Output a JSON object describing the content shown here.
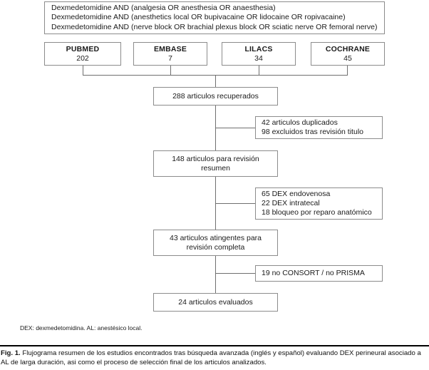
{
  "figure": {
    "label": "Fig. 1.",
    "caption": "Flujograma resumen de los estudios encontrados tras búsqueda avanzada (inglés y español) evaluando DEX perineural asociado a AL de larga duración, asi como el proceso de selección final de los articulos analizados.",
    "legend": "DEX: dexmedetomidina. AL: anestésico local."
  },
  "query_box": {
    "lines": [
      "Dexmedetomidine AND (analgesia OR anesthesia OR anaesthesia)",
      "Dexmedetomidine AND (anesthetics local OR bupivacaine OR lidocaine OR ropivacaine)",
      "Dexmedetomidine AND (nerve block OR brachial plexus block OR sciatic nerve OR femoral nerve)"
    ]
  },
  "databases": [
    {
      "name": "PUBMED",
      "count": "202"
    },
    {
      "name": "EMBASE",
      "count": "7"
    },
    {
      "name": "LILACS",
      "count": "34"
    },
    {
      "name": "COCHRANE",
      "count": "45"
    }
  ],
  "flow": {
    "retrieved": {
      "line1": "288 articulos recuperados"
    },
    "abstract": {
      "line1": "148 articulos para revisión",
      "line2": "resumen"
    },
    "full": {
      "line1": "43 articulos atingentes para",
      "line2": "revisión completa"
    },
    "evaluated": {
      "line1": "24 articulos evaluados"
    }
  },
  "exclusions": {
    "step1": {
      "lines": [
        "42 articulos duplicados",
        "98 excluidos tras revisión titulo"
      ]
    },
    "step2": {
      "lines": [
        "65 DEX endovenosa",
        "22 DEX intratecal",
        "18 bloqueo por reparo anatómico"
      ]
    },
    "step3": {
      "lines": [
        "19 no CONSORT / no PRISMA"
      ]
    }
  },
  "colors": {
    "box_border": "#8c8c8c",
    "line": "#6f6f6f",
    "text": "#1a1a1a",
    "background": "#ffffff"
  }
}
